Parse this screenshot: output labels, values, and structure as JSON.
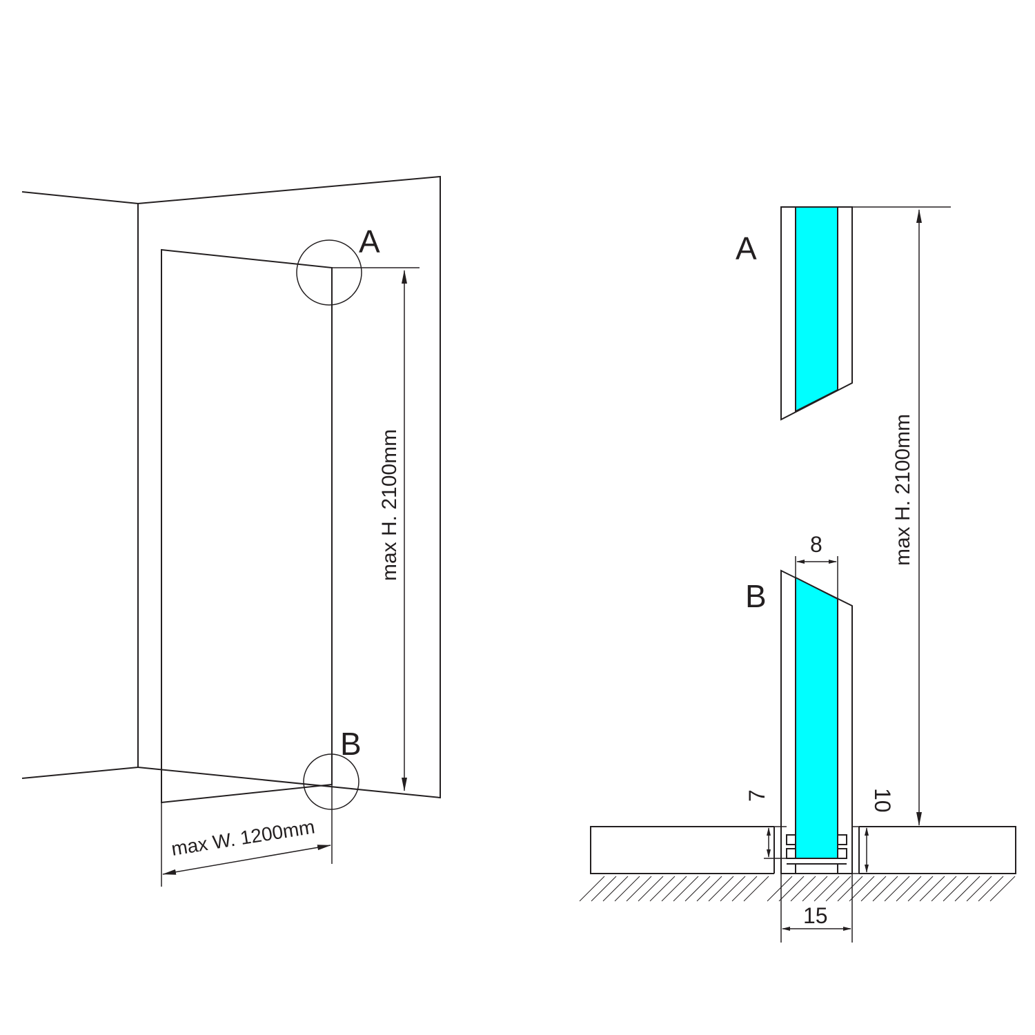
{
  "labels": {
    "point_a": "A",
    "point_b": "B",
    "max_height": "max H. 2100mm",
    "max_width": "max W. 1200mm"
  },
  "dimensions": {
    "glass_thickness": "8",
    "profile_width": "15",
    "inner_depth": "7",
    "profile_height": "10"
  },
  "colors": {
    "glass": "#00ffff",
    "line": "#231f20"
  }
}
